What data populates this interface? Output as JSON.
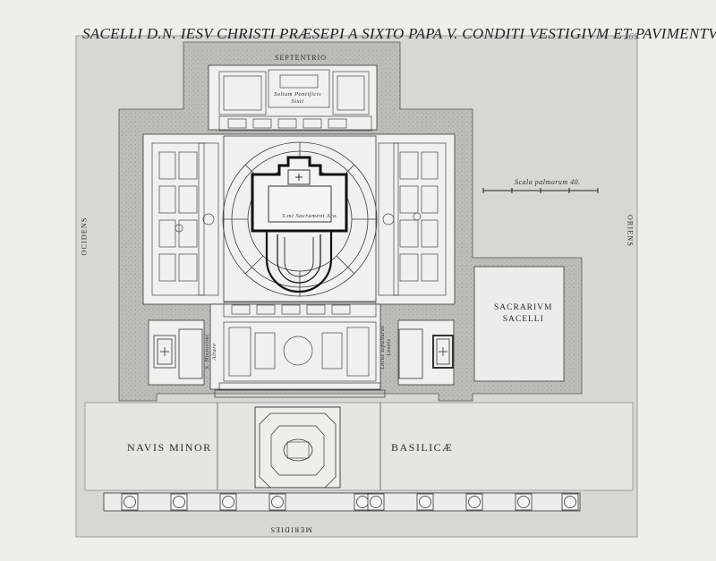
{
  "title": "SACELLI D.N. IESV CHRISTI PRÆSEPI A SIXTO PAPA V. CONDITI VESTIGIVM ET PAVIMENTVM",
  "plate_number": "169",
  "labels": {
    "north": "SEPTENTRIO",
    "west": "OCIDENS",
    "east": "ORIENS",
    "south": "MERIDIES",
    "solium": "Solium Pontificis\nSixti",
    "scale": "Scala palmorum 40.",
    "sacrament_altar": "S.mi Sacrament Ara.",
    "sacrarium": "SACRARIVM\nSACELLI",
    "hieronymus": "S. Hieronimi\nAltare",
    "leo": "Locus sepulturae\nLeonis",
    "navis_minor": "NAVIS MINOR",
    "basilicae": "BASILICÆ"
  },
  "colors": {
    "paper": "#efefea",
    "plate": "#d7d7d2",
    "wall": "#bdbdb8",
    "ink": "#2b2b2b",
    "hall": "#f2f2ee"
  }
}
